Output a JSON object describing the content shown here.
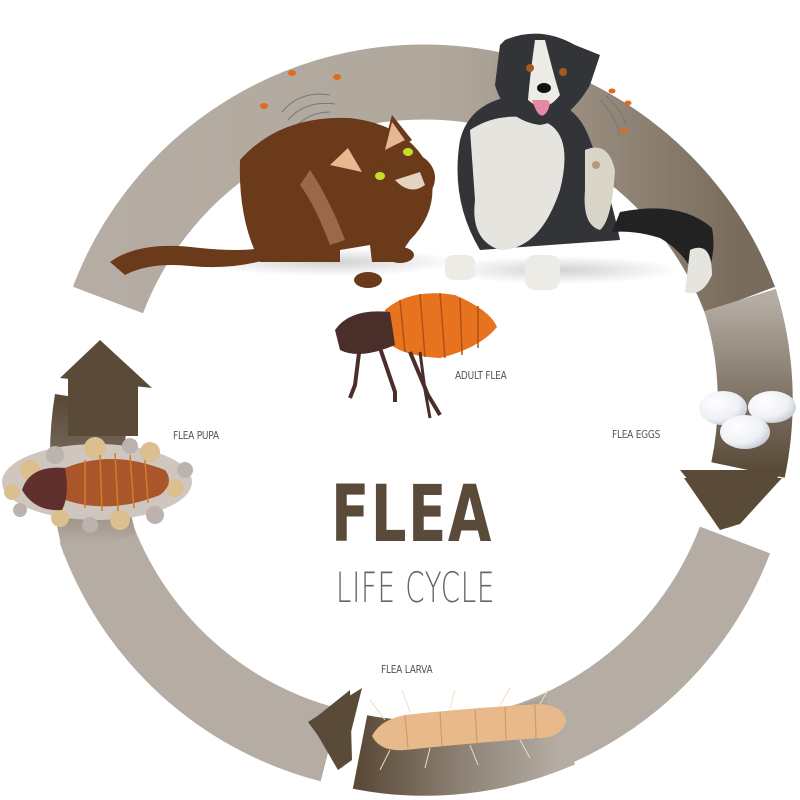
{
  "title": {
    "main": "FLEA",
    "sub": "LIFE CYCLE"
  },
  "stages": [
    {
      "id": "adult",
      "label": "ADULT FLEA"
    },
    {
      "id": "eggs",
      "label": "FLEA EGGS"
    },
    {
      "id": "larva",
      "label": "FLEA LARVA"
    },
    {
      "id": "pupa",
      "label": "FLEA PUPA"
    }
  ],
  "hosts": [
    {
      "id": "cat",
      "label": "cat-scratching"
    },
    {
      "id": "dog",
      "label": "dog-scratching"
    }
  ],
  "colors": {
    "ring_light": "#b5ada3",
    "ring_dark": "#5a4a38",
    "title": "#5a4a3a",
    "subtitle": "#666666",
    "adult_flea_abdomen": "#e8731e",
    "adult_flea_body": "#4a2e2a",
    "egg": "#f2f3f7",
    "larva": "#e8b98a",
    "pupa": "#a8562a",
    "cat": "#6b3a1a",
    "dog_black": "#333438",
    "dog_white": "#e6e4de"
  }
}
